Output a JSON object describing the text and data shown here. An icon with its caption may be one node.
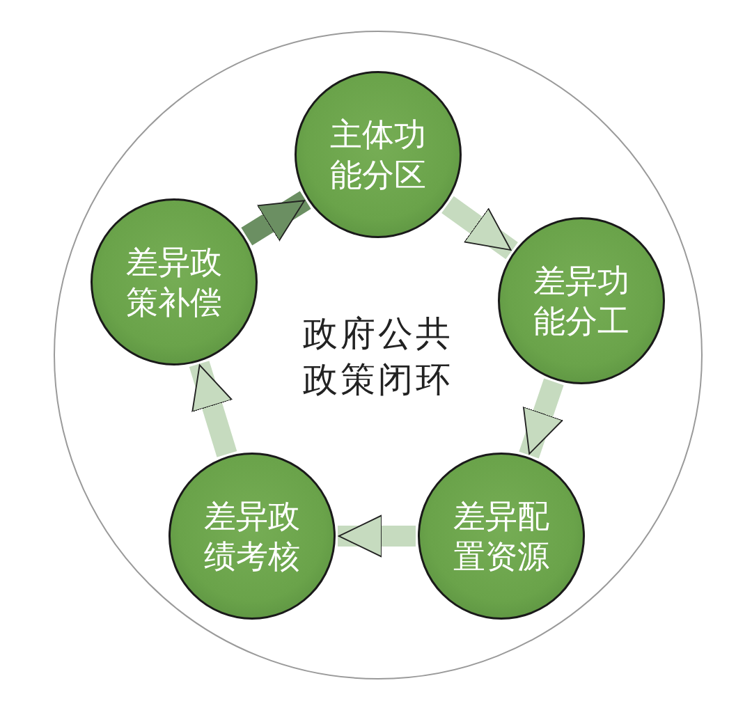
{
  "diagram": {
    "nodes": [
      {
        "text": [
          "政府公共政策闭环"
        ]
      },
      {
        "text": [
          "主体功能分区"
        ],
        "in": 0
      },
      {
        "text": [
          "差异功能分工"
        ],
        "in": 0
      },
      {
        "text": [
          "差异配置资源"
        ],
        "in": 0
      },
      {
        "text": [
          "差异政绩考核"
        ],
        "in": 0
      },
      {
        "text": [
          "差异政策补偿"
        ],
        "in": 0
      }
    ],
    "edges": [
      {
        "from": 1,
        "to": 2,
        "arrow": "to"
      },
      {
        "from": 2,
        "to": 3,
        "arrow": "to"
      },
      {
        "from": 3,
        "to": 4,
        "arrow": "to"
      },
      {
        "from": 4,
        "to": 5,
        "arrow": "to"
      },
      {
        "from": 5,
        "to": 1,
        "arrow": "to",
        "color": "#6b8f62"
      }
    ]
  }
}
